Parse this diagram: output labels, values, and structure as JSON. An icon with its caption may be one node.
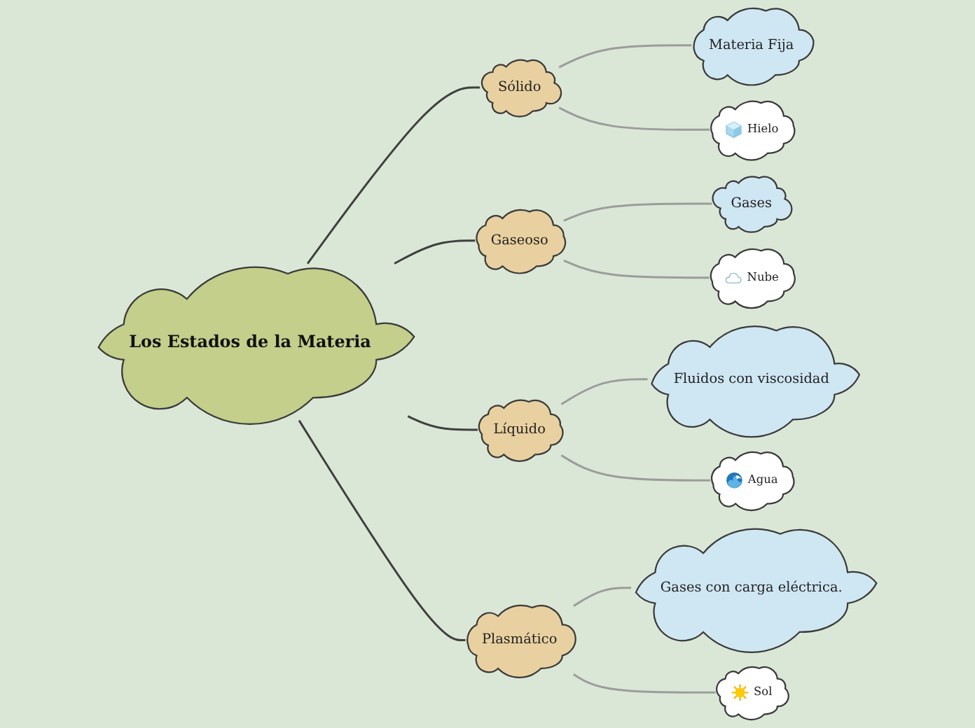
{
  "diagram": {
    "nodes": [
      {
        "text": [
          "Los Estados de la Materia"
        ]
      },
      {
        "text": [
          "Sólido"
        ]
      },
      {
        "text": [
          "Materia Fija"
        ]
      },
      {
        "text": [
          "Hielo"
        ]
      },
      {
        "text": [
          "Gaseoso"
        ]
      },
      {
        "text": [
          "Gases"
        ]
      },
      {
        "text": [
          "Nube"
        ]
      },
      {
        "text": [
          "Líquido"
        ]
      },
      {
        "text": [
          "Fluidos con viscosidad"
        ]
      },
      {
        "text": [
          "Agua"
        ]
      },
      {
        "text": [
          "Plasmático"
        ]
      },
      {
        "text": [
          "Gases con carga eléctrica."
        ]
      },
      {
        "text": [
          "Sol"
        ]
      }
    ],
    "edges": [
      {
        "from": 0,
        "to": 1,
        "arrow": "none",
        "color": "#3f3f3f"
      },
      {
        "from": 1,
        "to": 2,
        "arrow": "none"
      },
      {
        "from": 1,
        "to": 3,
        "arrow": "none"
      },
      {
        "from": 0,
        "to": 4,
        "arrow": "none",
        "color": "#3f3f3f"
      },
      {
        "from": 4,
        "to": 5,
        "arrow": "none"
      },
      {
        "from": 4,
        "to": 6,
        "arrow": "none"
      },
      {
        "from": 0,
        "to": 7,
        "arrow": "none",
        "color": "#3f3f3f"
      },
      {
        "from": 7,
        "to": 8,
        "arrow": "none"
      },
      {
        "from": 7,
        "to": 9,
        "arrow": "none"
      },
      {
        "from": 0,
        "to": 10,
        "arrow": "none",
        "color": "#3f3f3f"
      },
      {
        "from": 10,
        "to": 11,
        "arrow": "none"
      },
      {
        "from": 10,
        "to": 12,
        "arrow": "none"
      }
    ]
  }
}
